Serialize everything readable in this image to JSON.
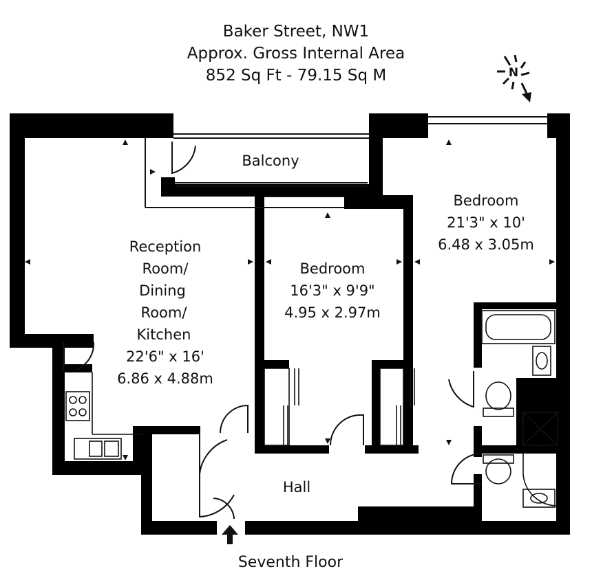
{
  "header": {
    "address": "Baker Street, NW1",
    "area_label": "Approx. Gross Internal Area",
    "area_value": "852 Sq Ft  -  79.15 Sq M"
  },
  "compass": {
    "letter": "N"
  },
  "rooms": {
    "reception": {
      "lines": [
        "Reception",
        "Room/",
        "Dining",
        "Room/",
        "Kitchen"
      ],
      "imperial": "22'6\" x 16'",
      "metric": "6.86 x 4.88m"
    },
    "bedroom_1": {
      "name": "Bedroom",
      "imperial": "16'3\" x 9'9\"",
      "metric": "4.95 x 2.97m"
    },
    "bedroom_2": {
      "name": "Bedroom",
      "imperial": "21'3\" x 10'",
      "metric": "6.48 x 3.05m"
    },
    "balcony": {
      "name": "Balcony"
    },
    "hall": {
      "name": "Hall"
    }
  },
  "footer": {
    "floor": "Seventh Floor"
  },
  "colors": {
    "wall": "#000000",
    "line": "#111111",
    "background": "#ffffff"
  }
}
